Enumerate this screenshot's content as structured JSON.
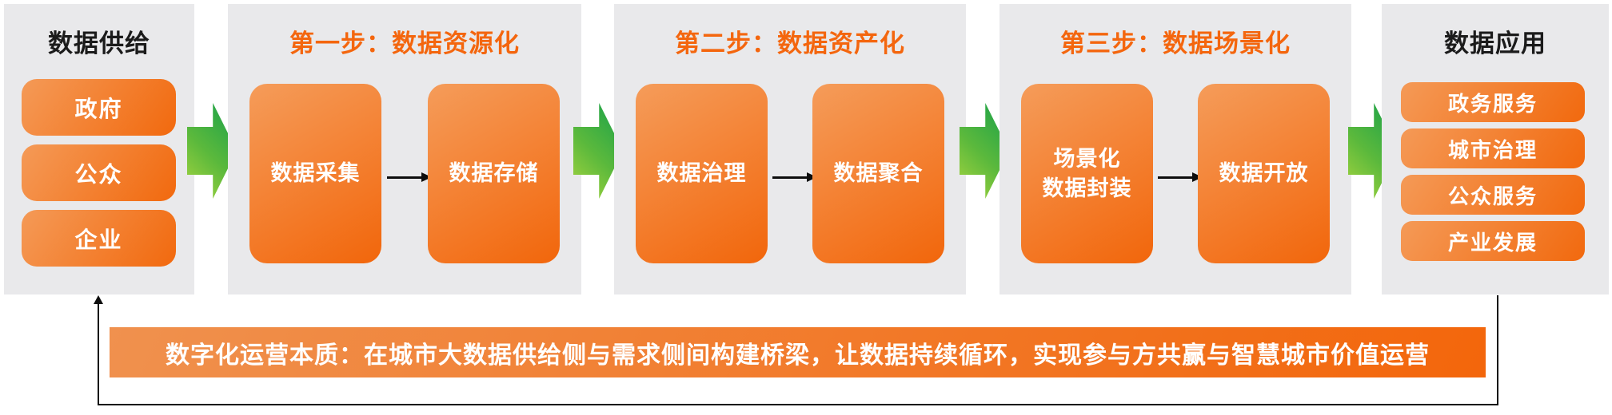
{
  "supply": {
    "title": "数据供给",
    "items": [
      "政府",
      "公众",
      "企业"
    ]
  },
  "steps": [
    {
      "title": "第一步：数据资源化",
      "box1": "数据采集",
      "box2": "数据存储"
    },
    {
      "title": "第二步：数据资产化",
      "box1": "数据治理",
      "box2": "数据聚合"
    },
    {
      "title": "第三步：数据场景化",
      "box1": "场景化\n数据封装",
      "box2": "数据开放"
    }
  ],
  "apps": {
    "title": "数据应用",
    "items": [
      "政务服务",
      "城市治理",
      "公众服务",
      "产业发展"
    ]
  },
  "banner": {
    "text": "数字化运营本质：在城市大数据供给侧与需求侧间构建桥梁，让数据持续循环，实现参与方共赢与智慧城市价值运营"
  },
  "colors": {
    "panel_gray": "#e9e9eb",
    "orange_light": "#f49a57",
    "orange_deep": "#f2660b",
    "title_orange": "#f4660e",
    "green_light": "#aad63f",
    "green_deep": "#17a04a",
    "text_white": "#ffffff",
    "text_black": "#1b1b1b"
  }
}
